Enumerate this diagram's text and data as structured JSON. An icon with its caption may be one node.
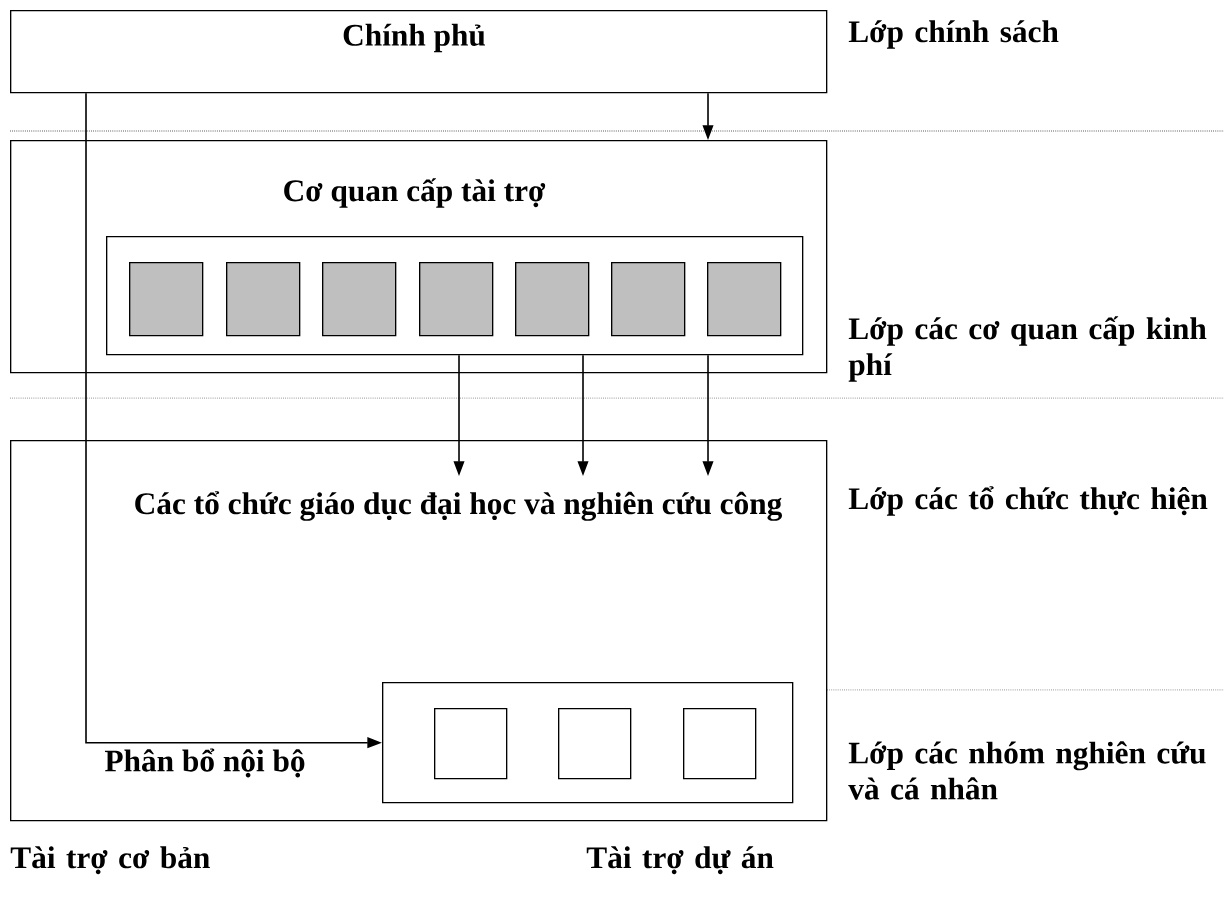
{
  "diagram": {
    "nodes": [
      {
        "text": [
          "Chính phủ"
        ]
      },
      {
        "text": [
          "Cơ quan cấp tài trợ"
        ]
      },
      {
        "text": [],
        "shape": "box",
        "in": 1
      },
      {
        "text": [],
        "shape": "box",
        "in": 2
      },
      {
        "text": [],
        "shape": "box",
        "in": 2
      },
      {
        "text": [],
        "shape": "box",
        "in": 2
      },
      {
        "text": [],
        "shape": "box",
        "in": 2
      },
      {
        "text": [],
        "shape": "box",
        "in": 2
      },
      {
        "text": [],
        "shape": "box",
        "in": 2
      },
      {
        "text": [],
        "shape": "box",
        "in": 2
      },
      {
        "text": [
          "Các tổ chức giáo dục đại học và nghiên cứu công",
          "Phân bổ nội bộ"
        ]
      },
      {
        "text": [],
        "shape": "box",
        "in": 10
      },
      {
        "text": [],
        "shape": "box",
        "in": 11
      },
      {
        "text": [],
        "shape": "box",
        "in": 11
      },
      {
        "text": [],
        "shape": "box",
        "in": 11
      }
    ],
    "edges": [
      {
        "from": 0,
        "to": 1,
        "arrow": "to"
      },
      {
        "from": 0,
        "to": 11,
        "arrow": "to"
      },
      {
        "from": 2,
        "to": 10,
        "arrow": "to"
      },
      {
        "from": 2,
        "to": 10,
        "arrow": "to"
      },
      {
        "from": 2,
        "to": 10,
        "arrow": "to"
      }
    ],
    "labels": [
      "Lớp chính sách",
      "Lớp các cơ quan cấp kinh phí",
      "Lớp các tổ chức thực hiện",
      "Lớp các nhóm nghiên cứu và cá nhân",
      "Tài trợ cơ bản",
      "Tài trợ dự án"
    ]
  }
}
